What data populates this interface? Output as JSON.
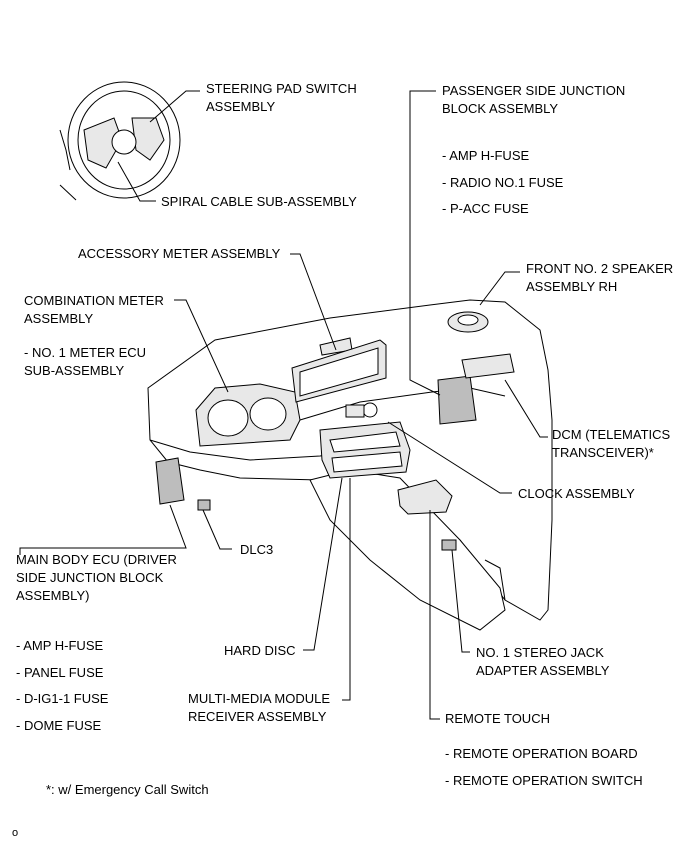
{
  "labels": {
    "steering_pad": [
      "STEERING PAD SWITCH",
      "ASSEMBLY"
    ],
    "spiral_cable": "SPIRAL  CABLE SUB-ASSEMBLY",
    "passenger_jb": [
      "PASSENGER SIDE JUNCTION",
      "BLOCK ASSEMBLY"
    ],
    "passenger_fuses": [
      "- AMP H-FUSE",
      "- RADIO NO.1 FUSE",
      "- P-ACC FUSE"
    ],
    "accessory_meter": "ACCESSORY METER ASSEMBLY",
    "front_speaker": [
      "FRONT NO. 2 SPEAKER",
      "ASSEMBLY RH"
    ],
    "combination_meter": [
      "COMBINATION METER",
      "ASSEMBLY"
    ],
    "meter_ecu": [
      "- NO. 1 METER ECU",
      "SUB-ASSEMBLY"
    ],
    "dcm": [
      "DCM (TELEMATICS",
      "TRANSCEIVER)*"
    ],
    "clock": "CLOCK ASSEMBLY",
    "main_body_ecu": [
      "MAIN BODY ECU (DRIVER",
      "SIDE JUNCTION BLOCK",
      "ASSEMBLY)"
    ],
    "dlc3": "DLC3",
    "main_body_fuses": [
      "- AMP H-FUSE",
      "- PANEL FUSE",
      "- D-IG1-1 FUSE",
      "- DOME FUSE"
    ],
    "hard_disc": "HARD DISC",
    "stereo_jack": [
      "NO. 1 STEREO JACK",
      "ADAPTER ASSEMBLY"
    ],
    "multimedia": [
      "MULTI-MEDIA MODULE",
      "RECEIVER ASSEMBLY"
    ],
    "remote_touch": "REMOTE TOUCH",
    "remote_parts": [
      "- REMOTE OPERATION BOARD",
      "- REMOTE OPERATION SWITCH"
    ],
    "footnote": "*: w/ Emergency Call Switch",
    "corner_mark": "o"
  }
}
